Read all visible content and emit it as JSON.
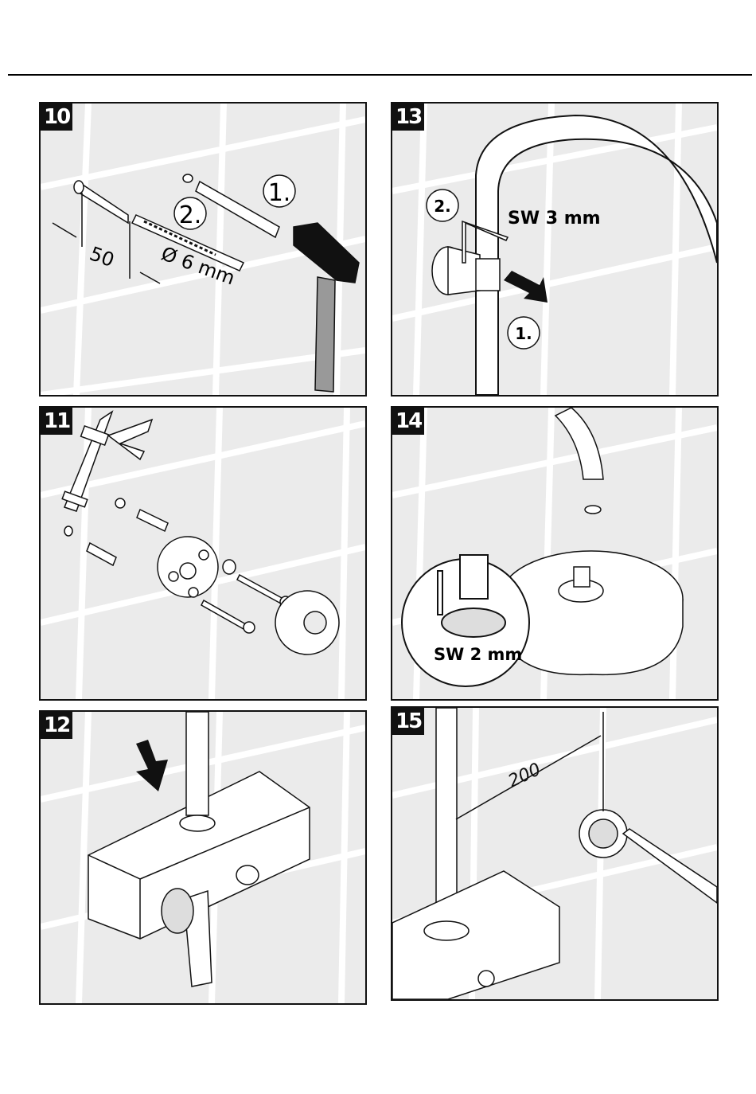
{
  "steps": [
    {
      "number": "10",
      "callouts": [
        "1.",
        "2."
      ],
      "dims": [
        "50",
        "Ø 6 mm"
      ]
    },
    {
      "number": "13",
      "callouts": [
        "2.",
        "1."
      ],
      "tool": "SW 3 mm"
    },
    {
      "number": "11"
    },
    {
      "number": "14",
      "tool": "SW 2 mm"
    },
    {
      "number": "12"
    },
    {
      "number": "15",
      "dims": [
        "200"
      ]
    }
  ]
}
